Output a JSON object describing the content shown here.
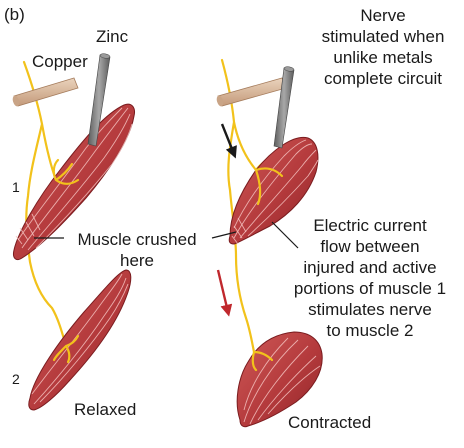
{
  "panel_label": "(b)",
  "labels": {
    "zinc": "Zinc",
    "copper": "Copper",
    "nerve_stim": [
      "Nerve",
      "stimulated when",
      "unlike metals",
      "complete circuit"
    ],
    "muscle_crushed": [
      "Muscle crushed",
      "here"
    ],
    "electric_current": [
      "Electric current",
      "flow between",
      "injured and active",
      "portions of muscle 1",
      "stimulates nerve",
      "to muscle 2"
    ],
    "num1": "1",
    "num2": "2",
    "relaxed": "Relaxed",
    "contracted": "Contracted"
  },
  "colors": {
    "muscle": "#b43a3c",
    "muscle_dark": "#8e2528",
    "nerve": "#f2c21b",
    "zinc_rod": "#7a7a7a",
    "copper_rod": "#d9b79a",
    "arrow_black": "#1a1a1a",
    "arrow_red": "#c0282d"
  }
}
